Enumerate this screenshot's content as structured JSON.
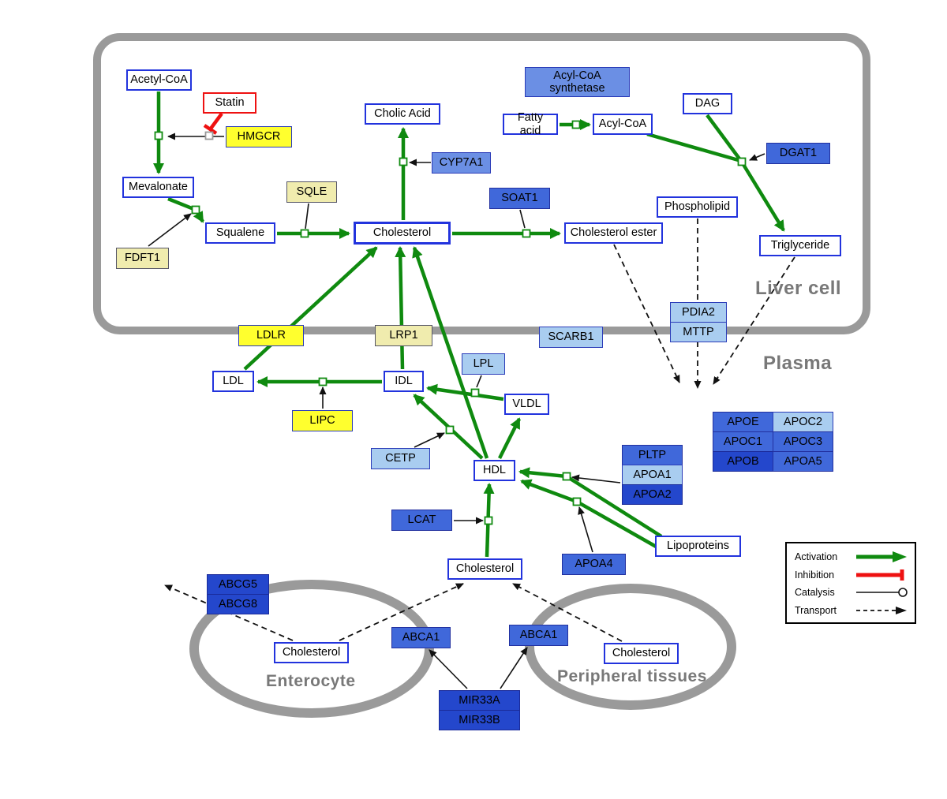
{
  "compartments": {
    "liver_cell": "Liver cell",
    "plasma": "Plasma",
    "enterocyte": "Enterocyte",
    "peripheral_tissues": "Peripheral tissues"
  },
  "legend": {
    "activation": "Activation",
    "inhibition": "Inhibition",
    "catalysis": "Catalysis",
    "transport": "Transport"
  },
  "nodes": {
    "acetyl_coa": "Acetyl-CoA",
    "statin": "Statin",
    "hmgcr": "HMGCR",
    "mevalonate": "Mevalonate",
    "sqle": "SQLE",
    "fdft1": "FDFT1",
    "squalene": "Squalene",
    "cholic_acid": "Cholic Acid",
    "cyp7a1": "CYP7A1",
    "cholesterol_liver": "Cholesterol",
    "acyl_coa_synthetase": "Acyl-CoA synthetase",
    "fatty_acid": "Fatty acid",
    "acyl_coa": "Acyl-CoA",
    "dag": "DAG",
    "dgat1": "DGAT1",
    "soat1": "SOAT1",
    "cholesterol_ester": "Cholesterol ester",
    "phospholipid": "Phospholipid",
    "triglyceride": "Triglyceride",
    "ldlr": "LDLR",
    "lrp1": "LRP1",
    "scarb1": "SCARB1",
    "pdia2": "PDIA2",
    "mttp": "MTTP",
    "ldl": "LDL",
    "idl": "IDL",
    "lpl": "LPL",
    "vldl": "VLDL",
    "lipc": "LIPC",
    "cetp": "CETP",
    "hdl": "HDL",
    "pltp": "PLTP",
    "apoa1": "APOA1",
    "apoa2": "APOA2",
    "apoe": "APOE",
    "apoc2": "APOC2",
    "apoc1": "APOC1",
    "apoc3": "APOC3",
    "apob": "APOB",
    "apoa5": "APOA5",
    "lcat": "LCAT",
    "apoa4": "APOA4",
    "lipoproteins": "Lipoproteins",
    "cholesterol_plasma": "Cholesterol",
    "abcg5": "ABCG5",
    "abcg8": "ABCG8",
    "cholesterol_enterocyte": "Cholesterol",
    "abca1_enterocyte": "ABCA1",
    "abca1_peripheral": "ABCA1",
    "cholesterol_peripheral": "Cholesterol",
    "mir33a": "MIR33A",
    "mir33b": "MIR33B"
  },
  "colors": {
    "activation_green": "#0f8a0f",
    "inhibition_red": "#ee1111",
    "metabolite_border_blue": "#2233dd",
    "gene_yellow": "#ffff2e",
    "gene_pale_yellow": "#f0ecae",
    "gene_blue_light": "#a9cdf0",
    "gene_blue_medium": "#6b8fe4",
    "gene_blue_strong": "#4068da",
    "gene_blue_dark": "#2447cc",
    "compartment_gray": "#9a9a9a"
  }
}
